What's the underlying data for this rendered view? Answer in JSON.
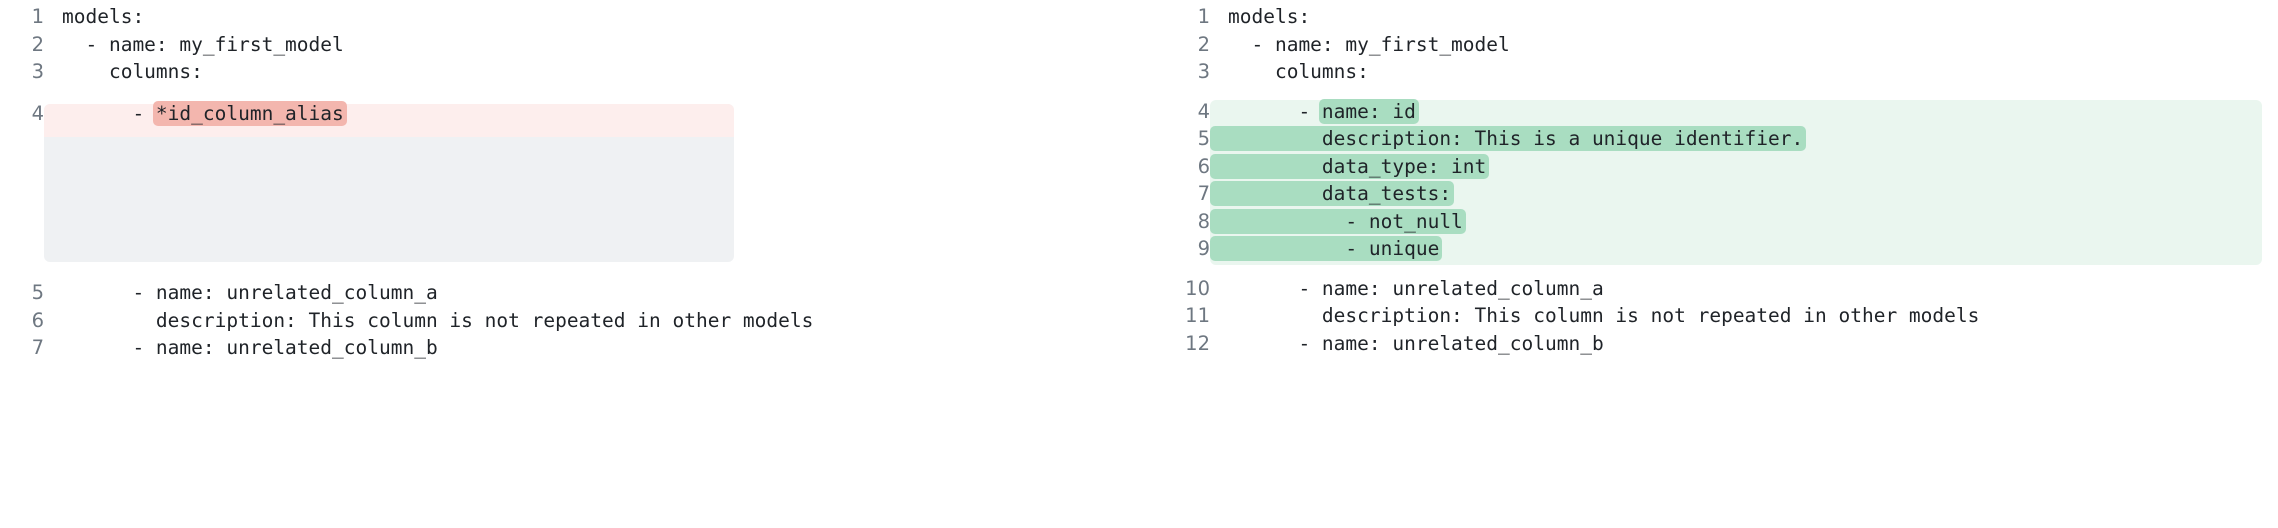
{
  "view": {
    "type": "side-by-side-code-diff",
    "language": "yaml",
    "colors": {
      "deletion_block_bg": "#fdeeed",
      "deletion_word_hl": "#f3b6ae",
      "addition_block_bg": "#eaf6ef",
      "addition_word_hl": "#a9ddc1",
      "placeholder_bg": "#eff1f3",
      "line_number": "#6e7781",
      "code_text": "#1f2328",
      "page_bg": "#ffffff"
    }
  },
  "left_pane": {
    "name": "before",
    "lines": [
      {
        "number": "1",
        "text": "models:",
        "kind": "context"
      },
      {
        "number": "2",
        "text": "  - name: my_first_model",
        "kind": "context"
      },
      {
        "number": "3",
        "text": "    columns:",
        "kind": "context"
      },
      {
        "number": "4",
        "text": "      - *id_column_alias",
        "kind": "deletion",
        "prefix": "      - ",
        "highlight": "*id_column_alias"
      },
      {
        "number": "5",
        "text": "      - name: unrelated_column_a",
        "kind": "context"
      },
      {
        "number": "6",
        "text": "        description: This column is not repeated in other models",
        "kind": "context"
      },
      {
        "number": "7",
        "text": "      - name: unrelated_column_b",
        "kind": "context"
      }
    ]
  },
  "right_pane": {
    "name": "after",
    "lines": [
      {
        "number": "1",
        "text": "models:",
        "kind": "context"
      },
      {
        "number": "2",
        "text": "  - name: my_first_model",
        "kind": "context"
      },
      {
        "number": "3",
        "text": "    columns:",
        "kind": "context"
      },
      {
        "number": "4",
        "text": "      - name: id",
        "kind": "addition",
        "prefix": "      - ",
        "highlight": "name: id"
      },
      {
        "number": "5",
        "text": "        description: This is a unique identifier.",
        "kind": "addition",
        "prefix": "",
        "highlight": "        description: This is a unique identifier."
      },
      {
        "number": "6",
        "text": "        data_type: int",
        "kind": "addition",
        "prefix": "",
        "highlight": "        data_type: int"
      },
      {
        "number": "7",
        "text": "        data_tests:",
        "kind": "addition",
        "prefix": "",
        "highlight": "        data_tests:"
      },
      {
        "number": "8",
        "text": "          - not_null",
        "kind": "addition",
        "prefix": "",
        "highlight": "          - not_null"
      },
      {
        "number": "9",
        "text": "          - unique",
        "kind": "addition",
        "prefix": "",
        "highlight": "          - unique"
      },
      {
        "number": "10",
        "text": "      - name: unrelated_column_a",
        "kind": "context"
      },
      {
        "number": "11",
        "text": "        description: This column is not repeated in other models",
        "kind": "context"
      },
      {
        "number": "12",
        "text": "      - name: unrelated_column_b",
        "kind": "context"
      }
    ]
  }
}
